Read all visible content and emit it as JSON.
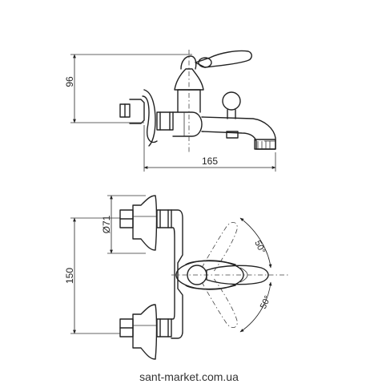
{
  "dimensions": {
    "height_side": "96",
    "width_side": "165",
    "connection_diameter": "Ø71",
    "centers": "150",
    "swing_upper": "50°",
    "swing_lower": "50°"
  },
  "footer": {
    "watermark": "sant-market.com.ua"
  }
}
